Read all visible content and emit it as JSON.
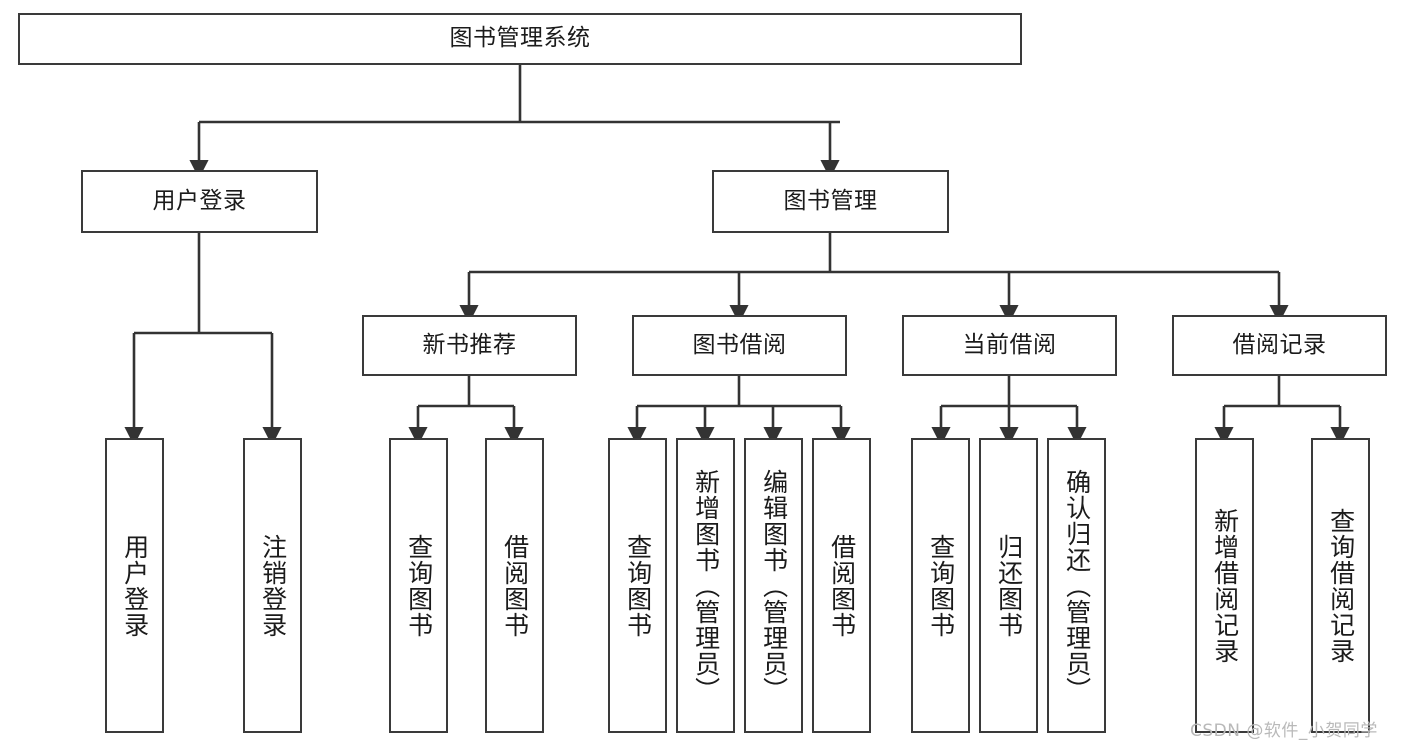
{
  "diagram": {
    "title": "图书管理系统",
    "watermark": "CSDN @软件_小贺同学",
    "colors": {
      "box_border": "#3a3a3a",
      "box_fill": "#ffffff",
      "connector": "#333333",
      "text": "#1b1b1b",
      "watermark": "#b9b9b9",
      "background": "#ffffff"
    },
    "levels": {
      "root": "图书管理系统",
      "level2": [
        "用户登录",
        "图书管理"
      ],
      "level3": [
        "新书推荐",
        "图书借阅",
        "当前借阅",
        "借阅记录"
      ]
    },
    "nodes": {
      "root": {
        "label": "图书管理系统"
      },
      "user_login": {
        "label": "用户登录"
      },
      "book_manage": {
        "label": "图书管理"
      },
      "new_book_rec": {
        "label": "新书推荐"
      },
      "book_borrow": {
        "label": "图书借阅"
      },
      "current_borrow": {
        "label": "当前借阅"
      },
      "borrow_record": {
        "label": "借阅记录"
      },
      "leaf_user_login": {
        "label": "用户登录"
      },
      "leaf_logout": {
        "label": "注销登录"
      },
      "leaf_query_book_a": {
        "label": "查询图书"
      },
      "leaf_borrow_book_a": {
        "label": "借阅图书"
      },
      "leaf_query_book_b": {
        "label": "查询图书"
      },
      "leaf_add_book": {
        "label": "新增图书（管理员）"
      },
      "leaf_edit_book": {
        "label": "编辑图书（管理员）"
      },
      "leaf_borrow_book_b": {
        "label": "借阅图书"
      },
      "leaf_query_book_c": {
        "label": "查询图书"
      },
      "leaf_return_book": {
        "label": "归还图书"
      },
      "leaf_confirm_return": {
        "label": "确认归还（管理员）"
      },
      "leaf_add_record": {
        "label": "新增借阅记录"
      },
      "leaf_query_record": {
        "label": "查询借阅记录"
      }
    },
    "tree": {
      "name": "图书管理系统",
      "children": [
        {
          "name": "用户登录",
          "children": [
            {
              "name": "用户登录"
            },
            {
              "name": "注销登录"
            }
          ]
        },
        {
          "name": "图书管理",
          "children": [
            {
              "name": "新书推荐",
              "children": [
                {
                  "name": "查询图书"
                },
                {
                  "name": "借阅图书"
                }
              ]
            },
            {
              "name": "图书借阅",
              "children": [
                {
                  "name": "查询图书"
                },
                {
                  "name": "新增图书（管理员）"
                },
                {
                  "name": "编辑图书（管理员）"
                },
                {
                  "name": "借阅图书"
                }
              ]
            },
            {
              "name": "当前借阅",
              "children": [
                {
                  "name": "查询图书"
                },
                {
                  "name": "归还图书"
                },
                {
                  "name": "确认归还（管理员）"
                }
              ]
            },
            {
              "name": "借阅记录",
              "children": [
                {
                  "name": "新增借阅记录"
                },
                {
                  "name": "查询借阅记录"
                }
              ]
            }
          ]
        }
      ]
    }
  }
}
